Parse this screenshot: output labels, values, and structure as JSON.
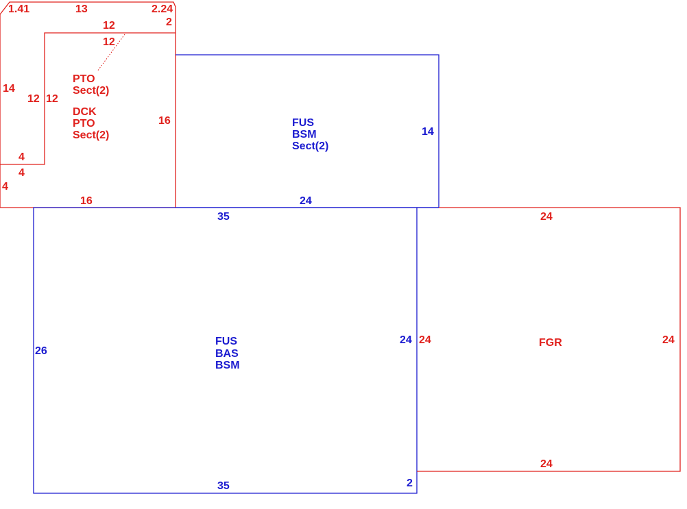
{
  "colors": {
    "red": "#e0201c",
    "blue": "#1a1ad0",
    "background": "#ffffff"
  },
  "areas": {
    "porch_upper": {
      "code1": "PTO",
      "code2": "Sect(2)"
    },
    "porch_lower": {
      "code1": "DCK",
      "code2": "PTO",
      "code3": "Sect(2)"
    },
    "upper_basement": {
      "code1": "FUS",
      "code2": "BSM",
      "code3": "Sect(2)"
    },
    "main_house": {
      "code1": "FUS",
      "code2": "BAS",
      "code3": "BSM"
    },
    "garage": {
      "code1": "FGR"
    }
  },
  "dims": {
    "porch_diag_left": "1.41",
    "porch_top": "13",
    "porch_diag_right": "2.24",
    "porch_right_step": "2",
    "porch_inner_top_a": "12",
    "porch_inner_top_b": "12",
    "porch_left_outer": "14",
    "porch_inner_left_a": "12",
    "porch_inner_left_b": "12",
    "porch_right_side": "16",
    "porch_inner_bottom_a": "4",
    "porch_inner_bottom_b": "4",
    "porch_left_lower": "4",
    "porch_bottom": "16",
    "upper_right": "14",
    "upper_bottom": "24",
    "main_top": "35",
    "main_left": "26",
    "main_right": "24",
    "main_bottom": "35",
    "main_offset": "2",
    "garage_top": "24",
    "garage_left": "24",
    "garage_right": "24",
    "garage_bottom": "24"
  }
}
